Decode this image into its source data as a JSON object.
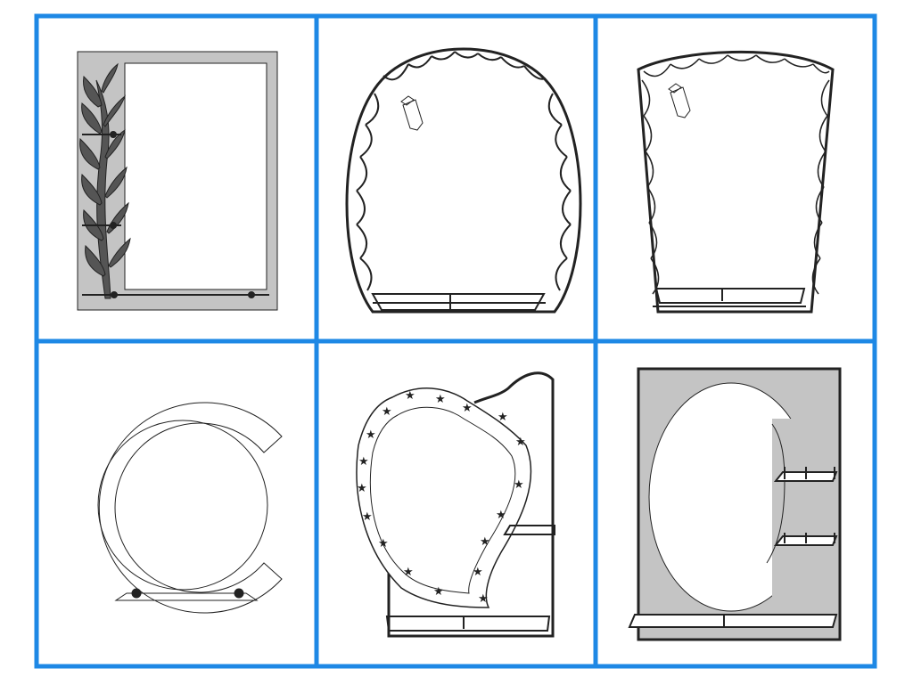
{
  "grid": {
    "frame_color": "#1e88e5",
    "background": "#ffffff",
    "rows": 2,
    "columns": 3
  },
  "mirrors": [
    {
      "id": "rect-leaf",
      "shape": "rectangular mirror on grey backing",
      "decoration": "leaf-branch-icon",
      "shelf": "bottom glass shelf"
    },
    {
      "id": "oval-scalloped",
      "shape": "oval scalloped mirror",
      "decoration": "wall-lamp-icon",
      "shelf": "bottom glass shelf"
    },
    {
      "id": "arched-scalloped",
      "shape": "arched scalloped mirror",
      "decoration": "wall-lamp-icon",
      "shelf": "bottom glass shelf"
    },
    {
      "id": "round-crescent",
      "shape": "round mirror with crescent frame",
      "decoration": "none",
      "shelf": "bottom glass shelf"
    },
    {
      "id": "heart-stars",
      "shape": "teardrop mirror with stars",
      "decoration": "star-icon",
      "shelf": "two glass shelves"
    },
    {
      "id": "oval-grey-panel",
      "shape": "oval mirror on grey panel",
      "decoration": "none",
      "shelf": "three glass shelves"
    }
  ],
  "colors": {
    "stroke": "#222222",
    "grey_backing": "#c4c4c4",
    "leaf": "#555555"
  }
}
